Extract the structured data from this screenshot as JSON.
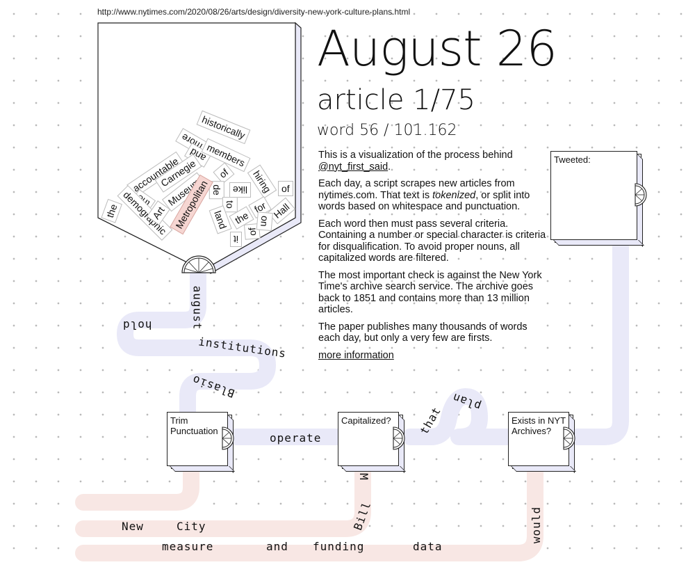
{
  "url": "http://www.nytimes.com/2020/08/26/arts/design/diversity-new-york-culture-plans.html",
  "header": {
    "date": "August 26",
    "article": "article 1/75",
    "word_progress": "word 56 / 101.162"
  },
  "description": {
    "p1_before": "This is a visualization of the process behind ",
    "p1_handle": "@nyt_first_said",
    "p1_after": ".",
    "p2_before": "Each day, a script scrapes new articles from nytimes.com. That text is ",
    "p2_em": "tokenized",
    "p2_after": ", or split into words based on whitespace and punctuation.",
    "p3": "Each word then must pass several criteria. Containing a number or special character is criteria for disqualification. To avoid proper nouns, all capitalized words are filtered.",
    "p4": "The most important check is against the New York Time's archive search service. The archive goes back to 1851 and contains more than 13 million articles.",
    "p5": "The paper publishes many thousands of words each day, but only a very few are firsts.",
    "more_link": "more information"
  },
  "hopper_words": [
    "historically",
    "more",
    "and",
    "members",
    "accountable",
    "Carnegie",
    "of",
    "hiring",
    "the",
    "Museum",
    "like",
    "de",
    "of",
    "demographic",
    "Art",
    "Metropolitan",
    "to",
    "the",
    "land",
    "for",
    "Hall",
    "the",
    "it",
    "of",
    "on"
  ],
  "highlighted_word": "Metropolitan",
  "boxes": {
    "trim": "Trim Punctuation",
    "capitalized": "Capitalized?",
    "archives": "Exists in NYT Archives?",
    "tweeted": "Tweeted:"
  },
  "flow_words": {
    "august": "august",
    "hold": "hold",
    "institutions": "institutions",
    "blasio": "Blasio",
    "operate": "operate",
    "plan": "plan",
    "that": "that",
    "m": "M",
    "bill": "Bill",
    "would": "would",
    "new": "New",
    "city": "City",
    "measure": "measure",
    "and": "and",
    "funding": "funding",
    "data": "data"
  },
  "colors": {
    "pass_pipe": "#e9e9f8",
    "reject_pipe": "#f8e7e4",
    "highlight": "#f6d6d2"
  }
}
